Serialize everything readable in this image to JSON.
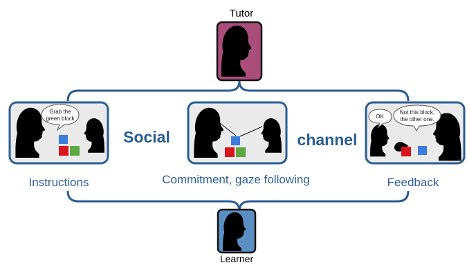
{
  "tutor_label": "Tutor",
  "learner_label": "Learner",
  "panels": {
    "instructions": {
      "caption": "Instructions",
      "speech": [
        "Grab the",
        "green block"
      ]
    },
    "commitment": {
      "caption": "Commitment, gaze following"
    },
    "feedback": {
      "caption": "Feedback",
      "speech_ok": "OK",
      "speech_main": [
        "Not this block,",
        "the other one."
      ]
    }
  },
  "channel_words": {
    "left": "Social",
    "right": "channel"
  },
  "colors": {
    "frame_blue": "#2a5d92",
    "text_blue": "#2f5e95",
    "panel_fill": "#eaeaea",
    "tutor_fill": "#a94d7a",
    "learner_fill": "#5b8fc3",
    "block_blue": "#3d7ddd",
    "block_red": "#d9141e",
    "block_green": "#5ca842",
    "silhouette": "#000000"
  },
  "icons": [
    "person-silhouette-icon",
    "speech-bubble-icon",
    "block-icon",
    "pointing-hand-icon",
    "gaze-line-icon"
  ]
}
